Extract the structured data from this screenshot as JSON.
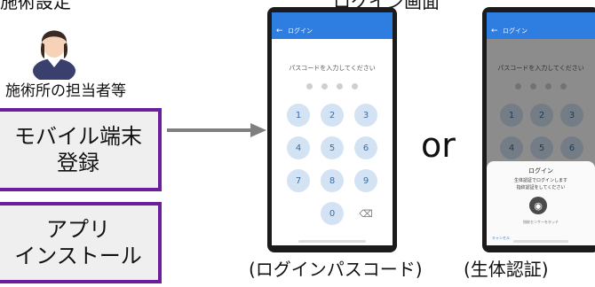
{
  "top_left_label": "施術設定",
  "top_center_label": "ログイン画面",
  "person_caption": "施術所の担当者等",
  "box_register": {
    "line1": "モバイル端末",
    "line2": "登録"
  },
  "box_install": {
    "line1": "アプリ",
    "line2": "インストール"
  },
  "phone_login": {
    "appbar_title": "ログイン",
    "prompt": "パスコードを入力してください",
    "keys": [
      "1",
      "2",
      "3",
      "4",
      "5",
      "6",
      "7",
      "8",
      "9",
      "",
      "0",
      "⌫"
    ]
  },
  "phone_bio": {
    "appbar_title": "ログイン",
    "prompt": "パスコードを入力してください",
    "keys": [
      "1",
      "2",
      "3",
      "4",
      "5",
      "6"
    ],
    "sheet_title": "ログイン",
    "sheet_line1": "生体認証でログインします",
    "sheet_line2": "指紋認証をしてください",
    "sensor_text": "指紋センサーをタッチ",
    "cancel": "キャンセル"
  },
  "or_text": "or",
  "caption_passcode": "(ログインパスコード)",
  "caption_bio": "(生体認証)",
  "colors": {
    "purple": "#6a1f9c",
    "app_blue": "#2e7de0",
    "key_bg": "#d4e3f3"
  }
}
